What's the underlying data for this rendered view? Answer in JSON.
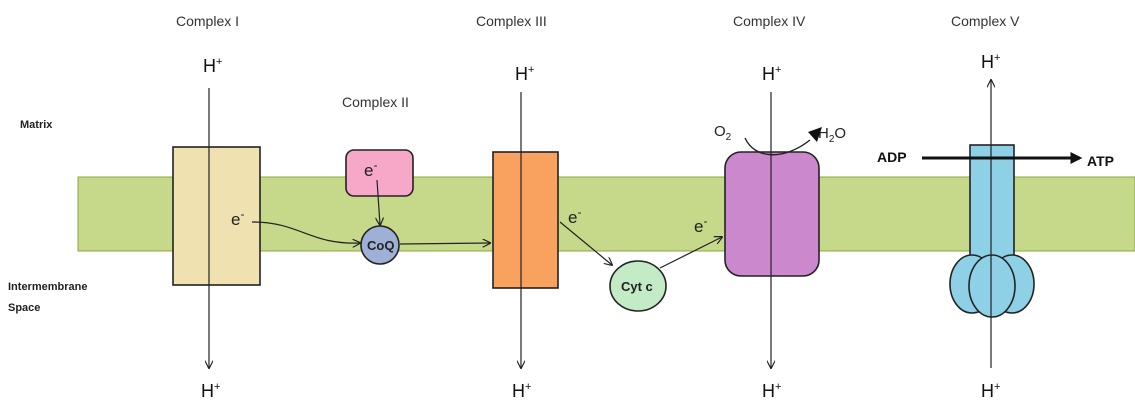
{
  "labels": {
    "matrix": "Matrix",
    "intermembrane_line1": "Intermembrane",
    "intermembrane_line2": "Space"
  },
  "complexes": {
    "c1": "Complex I",
    "c2": "Complex II",
    "c3": "Complex III",
    "c4": "Complex IV",
    "c5": "Complex V"
  },
  "proton": {
    "symbol": "H",
    "charge": "+"
  },
  "electron": {
    "symbol": "e",
    "charge": "-"
  },
  "molecules": {
    "coq": "CoQ",
    "cytc": "Cyt c",
    "o2_base": "O",
    "o2_sub": "2",
    "h2o_h": "H",
    "h2o_sub": "2",
    "h2o_o": "O",
    "adp": "ADP",
    "atp": "ATP"
  },
  "colors": {
    "membrane": "#c6d98a",
    "membrane_edge": "#8aa83f",
    "complex1": "#efe2b0",
    "complex2": "#f7a8c8",
    "complex3": "#f9a15e",
    "complex4": "#cc88cc",
    "complex5": "#8ed0e6",
    "coq": "#9eb0d6",
    "cytc": "#c2ebc6"
  }
}
